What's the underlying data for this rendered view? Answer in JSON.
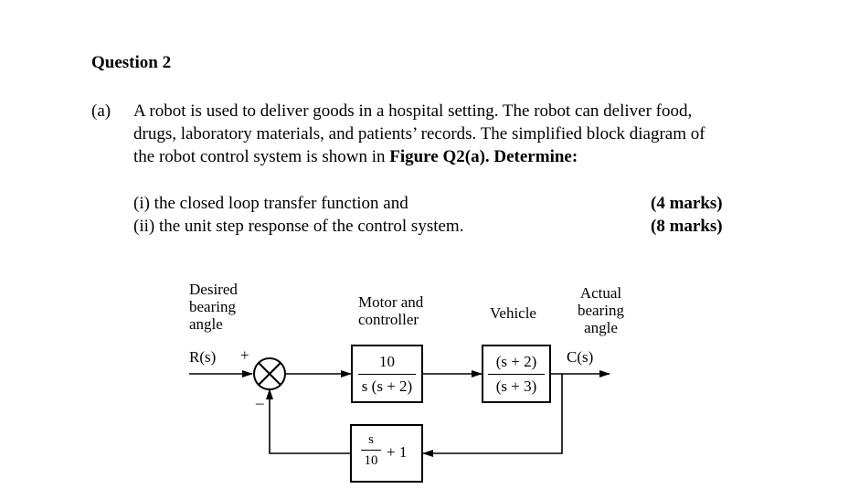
{
  "question": {
    "title": "Question 2",
    "part_label": "(a)",
    "paragraph_lines": [
      "A robot is used to deliver goods in a hospital setting. The robot can deliver food,",
      "drugs, laboratory materials, and patients’ records. The simplified block diagram of",
      "the robot control system is shown in "
    ],
    "paragraph_bold": "Figure Q2(a). Determine:",
    "sub_items": [
      {
        "text": "(i) the closed loop transfer function and",
        "marks": "(4 marks)"
      },
      {
        "text": "(ii) the unit step response of the control system.",
        "marks": "(8 marks)"
      }
    ]
  },
  "diagram": {
    "input_label_lines": [
      "Desired",
      "bearing",
      "angle"
    ],
    "input_signal": "R(s)",
    "plus_sign": "+",
    "minus_sign": "–",
    "blocks": {
      "motor": {
        "label_lines": [
          "Motor and",
          "controller"
        ],
        "numerator": "10",
        "denominator": "s (s + 2)"
      },
      "vehicle": {
        "label": "Vehicle",
        "numerator": "(s + 2)",
        "denominator": "(s + 3)"
      },
      "feedback": {
        "numerator": "s",
        "denominator": "10",
        "suffix": "+ 1"
      }
    },
    "output_label_lines": [
      "Actual",
      "bearing",
      "angle"
    ],
    "output_signal": "C(s)"
  }
}
